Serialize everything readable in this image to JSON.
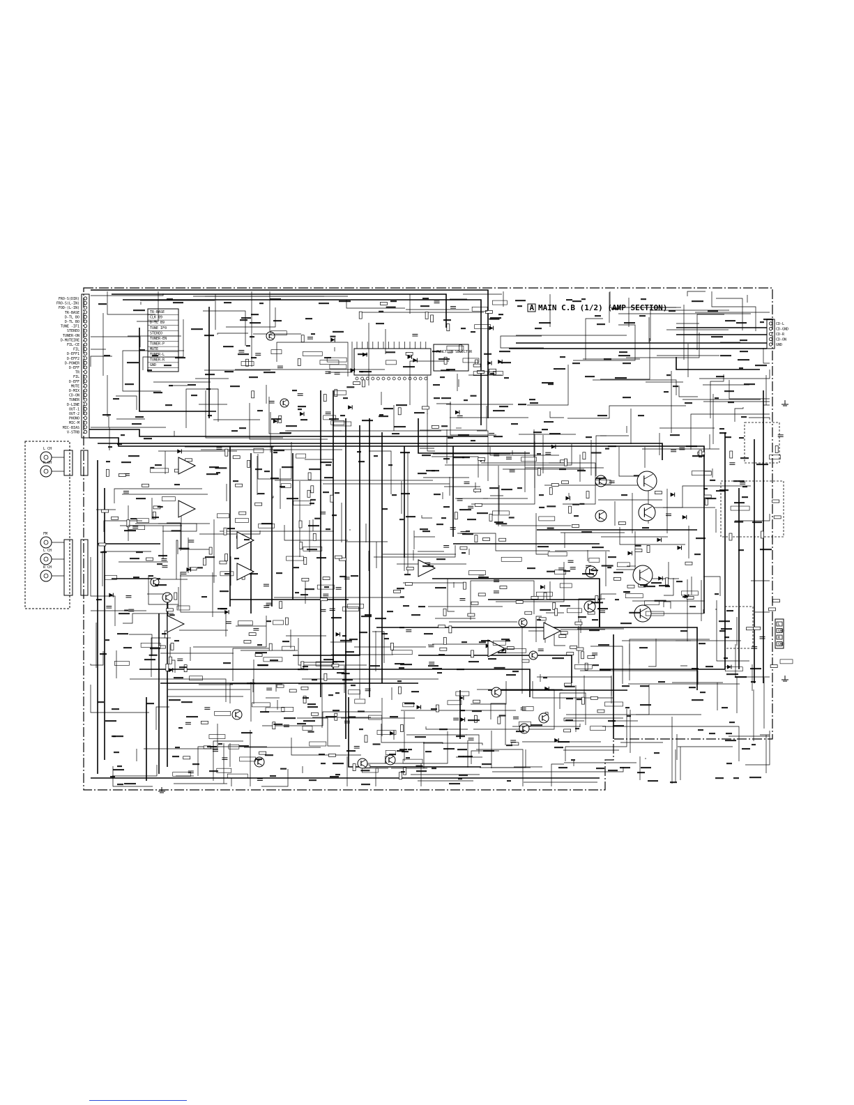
{
  "title": {
    "box_letter": "A",
    "text": "MAIN C.B (1/2) (AMP SECTION)"
  },
  "left_connector": {
    "pins": [
      "FRO-S(DIR)",
      "FRO-S(L-IN)",
      "FOD-(L-IN)",
      "TR-BASE",
      "D-TL BO",
      "D-TL BO",
      "TUNE -IF1",
      "STEREO",
      "TUNER-ON",
      "D-MUTEIRE",
      "FIL-CE",
      "FIL",
      "D-EFF1",
      "D-EFF2",
      "D-POWER",
      "D-EFF",
      "TR",
      "FIL",
      "D-EFF",
      "MUTE",
      "D-MIX",
      "CD-ON",
      "TUNER",
      "D-LINE",
      "OUT-1",
      "OUT-2",
      "PHONO",
      "MIC-M",
      "MIC-BIAS",
      "V-STRB"
    ]
  },
  "inner_block": {
    "rows": [
      "TR-BASE",
      "CLK 89",
      "D-TL B9",
      "TUNE IF0",
      "STEREO",
      "TUNER-EN",
      "TUNER-P",
      "MUTE",
      "TUNER-L",
      "TUNER-R",
      "GND"
    ]
  },
  "ic_function_selector": {
    "label": "FUNCTION SELECTOR"
  },
  "right_connector_top": {
    "pins": [
      "CD-L",
      "CD-GND",
      "CD-R",
      "CD-ON",
      "GND"
    ]
  },
  "speaker_terminals": {
    "pins": [
      "L",
      "GND",
      "R",
      "GND"
    ]
  },
  "input_jacks_upper": [
    "L CH",
    "R CH"
  ],
  "input_jacks_lower": [
    "FM",
    "L CH",
    "R CH"
  ],
  "colors": {
    "ink": "#000000",
    "paper": "#ffffff",
    "footer_link": "#2a4bd7"
  }
}
